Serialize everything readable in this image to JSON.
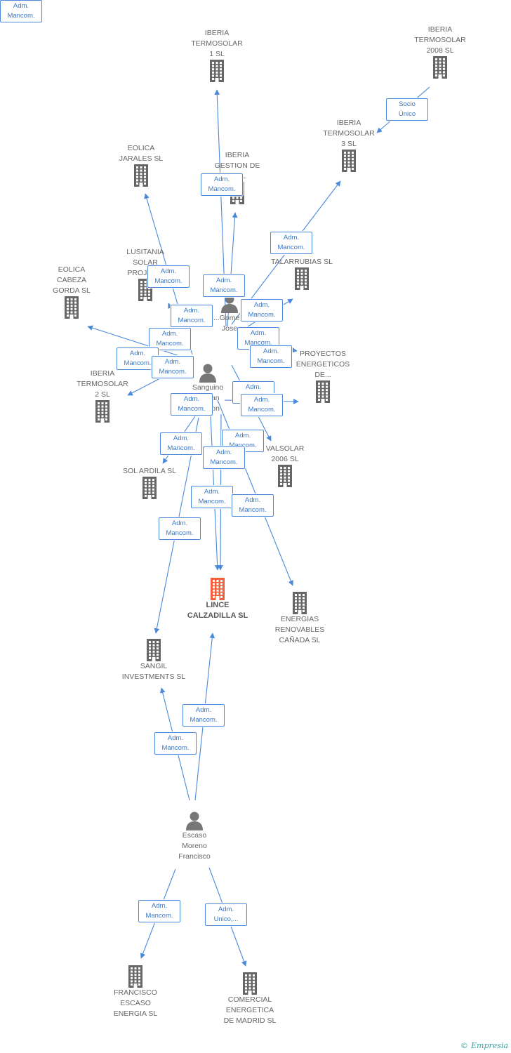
{
  "colors": {
    "edge": "#4a89dc",
    "building": "#666666",
    "focus": "#f0603a",
    "person": "#777777"
  },
  "nodes": [
    {
      "id": "ib1",
      "kind": "company",
      "label": "IBERIA\nTERMOSOLAR\n1 SL",
      "icon": "building-icon"
    },
    {
      "id": "ib2008",
      "kind": "company",
      "label": "IBERIA\nTERMOSOLAR\n2008 SL",
      "icon": "building-icon"
    },
    {
      "id": "ib3",
      "kind": "company",
      "label": "IBERIA\nTERMOSOLAR\n3 SL",
      "icon": "building-icon"
    },
    {
      "id": "eolj",
      "kind": "company",
      "label": "EOLICA\nJARALES SL",
      "icon": "building-icon"
    },
    {
      "id": "ibg",
      "kind": "company",
      "label": "IBERIA\nGESTION DE\n... SL",
      "icon": "building-icon"
    },
    {
      "id": "lus",
      "kind": "company",
      "label": "LUSITANIA\nSOLAR\nPROJEC...",
      "icon": "building-icon"
    },
    {
      "id": "talar",
      "kind": "company",
      "label": "...AICA\nTALARRUBIAS SL",
      "icon": "building-icon"
    },
    {
      "id": "eolc",
      "kind": "company",
      "label": "EOLICA\nCABEZA\nGORDA SL",
      "icon": "building-icon"
    },
    {
      "id": "proy",
      "kind": "company",
      "label": "PROYECTOS\nENERGETICOS\nDE...",
      "icon": "building-icon"
    },
    {
      "id": "ib2",
      "kind": "company",
      "label": "IBERIA\nTERMOSOLAR\n2 SL",
      "icon": "building-icon"
    },
    {
      "id": "valsolar",
      "kind": "company",
      "label": "VALSOLAR\n2006 SL",
      "icon": "building-icon"
    },
    {
      "id": "solardila",
      "kind": "company",
      "label": "SOL ARDILA SL",
      "icon": "building-icon"
    },
    {
      "id": "lince",
      "kind": "focus",
      "label": "LINCE\nCALZADILLA SL",
      "icon": "building-icon"
    },
    {
      "id": "energias",
      "kind": "company",
      "label": "ENERGIAS\nRENOVABLES\nCAÑADA SL",
      "icon": "building-icon"
    },
    {
      "id": "sangil",
      "kind": "company",
      "label": "SANGIL\nINVESTMENTS SL",
      "icon": "building-icon"
    },
    {
      "id": "pgomez",
      "kind": "person",
      "label": "...Gome...\nJose",
      "icon": "person-icon"
    },
    {
      "id": "psang",
      "kind": "person",
      "label": "Sanguino\nGalvan\nRamon",
      "icon": "person-icon"
    },
    {
      "id": "pescaso",
      "kind": "person",
      "label": "Escaso\nMoreno\nFrancisco",
      "icon": "person-icon"
    },
    {
      "id": "fesc",
      "kind": "company",
      "label": "FRANCISCO\nESCASO\nENERGIA SL",
      "icon": "building-icon"
    },
    {
      "id": "comer",
      "kind": "company",
      "label": "COMERCIAL\nENERGETICA\nDE MADRID SL",
      "icon": "building-icon"
    }
  ],
  "tags": [
    "Socio\nÚnico",
    "Adm.\nMancom.",
    "Adm.\nMancom.",
    "Adm.\nMancom.",
    "Adm.\nMancom.",
    "Adm.\nMancom.",
    "Adm.\nMancom.",
    "Adm.\nMancom.",
    "Adm.\nMancom.",
    "Adm.\nMancom.",
    "Adm.\nMancom.",
    "Adm.\nMancom.",
    "Adm.\nMancom.",
    "Adm.\nMancom.",
    "Adm.\nMancom.",
    "Adm.\nMancom.",
    "Adm.\nMancom.",
    "Adm.\nMancom.",
    "Adm.\nMancom.",
    "Adm.\nMancom.",
    "Adm.\nMancom.",
    "Adm.\nMancom.",
    "Adm.\nMancom.",
    "Adm.\nMancom.",
    "Adm.\nUnico,...",
    "Adm.\nMancom."
  ],
  "brand": {
    "copyright": "©",
    "name": "Empresia"
  }
}
